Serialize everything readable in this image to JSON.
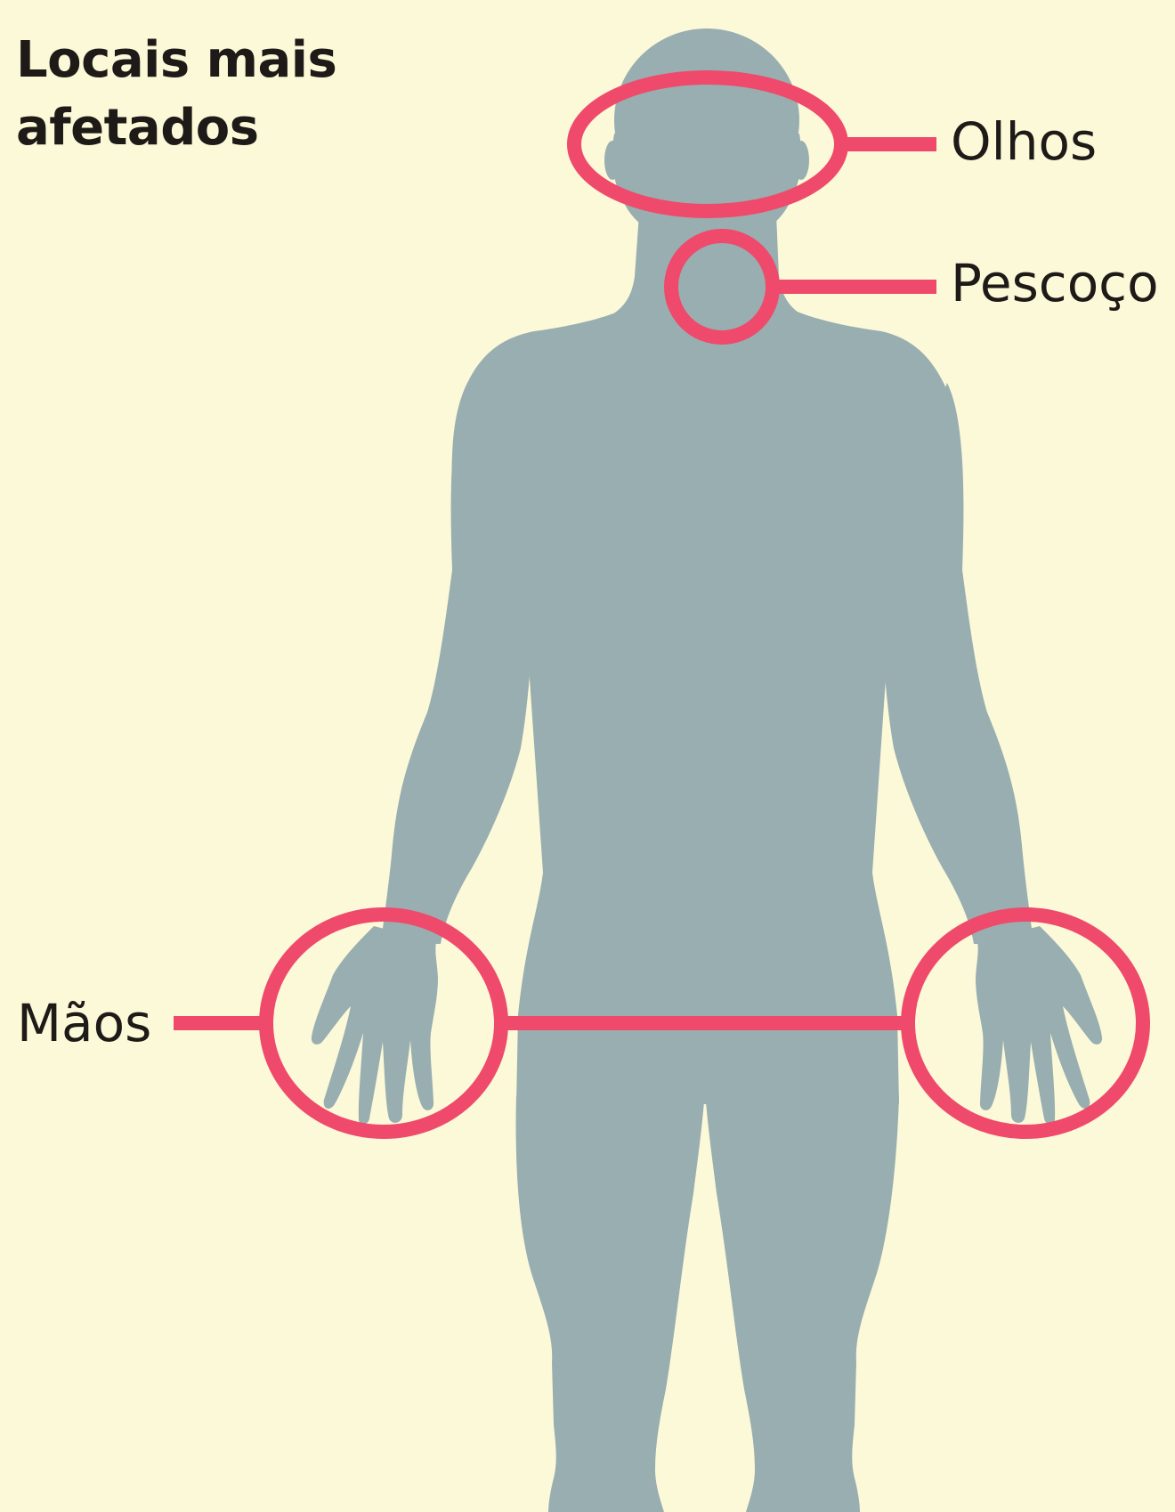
{
  "title": {
    "line1": "Locais mais",
    "line2": "afetados"
  },
  "labels": {
    "eyes": "Olhos",
    "neck": "Pescoço",
    "hands": "Mãos"
  },
  "colors": {
    "background": "#fcf9d9",
    "silhouette": "#99aeb0",
    "highlight": "#ef4a6b",
    "text": "#1e1a17"
  }
}
